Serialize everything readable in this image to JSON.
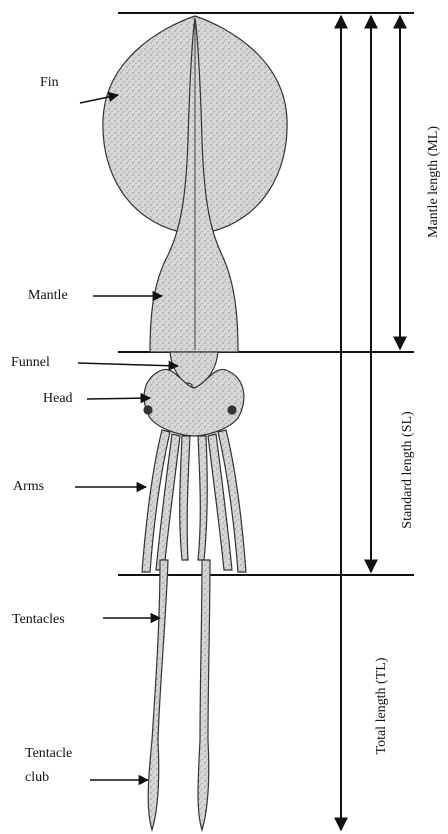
{
  "labels": {
    "fin": "Fin",
    "mantle": "Mantle",
    "funnel": "Funnel",
    "head": "Head",
    "arms": "Arms",
    "tentacles": "Tentacles",
    "tentacle_club_line1": "Tentacle",
    "tentacle_club_line2": "club"
  },
  "measurements": {
    "mantle_length": "Mantle length (ML)",
    "standard_length": "Standard length (SL)",
    "total_length": "Total length (TL)"
  },
  "colors": {
    "ink": "#111111",
    "body_fill": "#d4d4d4",
    "fin_fill": "#c9c9c9",
    "stipple": "#6a6a6a"
  }
}
